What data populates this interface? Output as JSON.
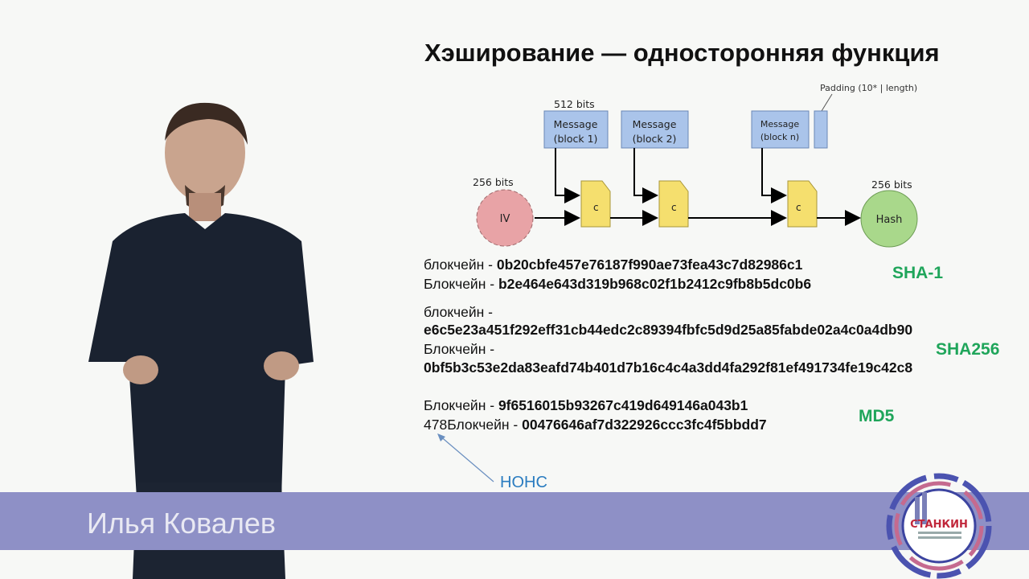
{
  "slide": {
    "title": "Хэширование — односторонняя функция",
    "speaker_name": "Илья Ковалев",
    "logo_text": "СТАНКИН"
  },
  "diagram": {
    "block_size_label": "512 bits",
    "padding_label": "Padding (10* | length)",
    "iv_size_label": "256 bits",
    "hash_size_label": "256 bits",
    "iv_label": "IV",
    "hash_label": "Hash",
    "compress_label": "c",
    "blocks": [
      {
        "line1": "Message",
        "line2": "(block 1)"
      },
      {
        "line1": "Message",
        "line2": "(block 2)"
      },
      {
        "line1": "Message",
        "line2": "(block n)"
      }
    ],
    "colors": {
      "block": "#aac4ea",
      "compress": "#f5df6e",
      "iv": "#e8a3a6",
      "hash": "#a9d88b"
    }
  },
  "examples": {
    "sha1": {
      "label": "SHA-1",
      "rows": [
        {
          "word": "блокчейн - ",
          "hash": "0b20cbfe457e76187f990ae73fea43c7d82986c1"
        },
        {
          "word": "Блокчейн - ",
          "hash": "b2e464e643d319b968c02f1b2412c9fb8b5dc0b6"
        }
      ]
    },
    "sha256": {
      "label": "SHA256",
      "rows": [
        {
          "word": "блокчейн -",
          "hash": "e6c5e23a451f292eff31cb44edc2c89394fbfc5d9d25a85fabde02a4c0a4db90"
        },
        {
          "word": "Блокчейн -",
          "hash": "0bf5b3c53e2da83eafd74b401d7b16c4c4a3dd4fa292f81ef491734fe19c42c8"
        }
      ]
    },
    "md5": {
      "label": "MD5",
      "rows": [
        {
          "word": "Блокчейн - ",
          "hash": "9f6516015b93267c419d649146a043b1"
        },
        {
          "word": "478Блокчейн - ",
          "hash": "00476646af7d322926ccc3fc4f5bbdd7"
        }
      ]
    },
    "nonce_label": "НОНС",
    "accent_color": "#1fa55a"
  }
}
